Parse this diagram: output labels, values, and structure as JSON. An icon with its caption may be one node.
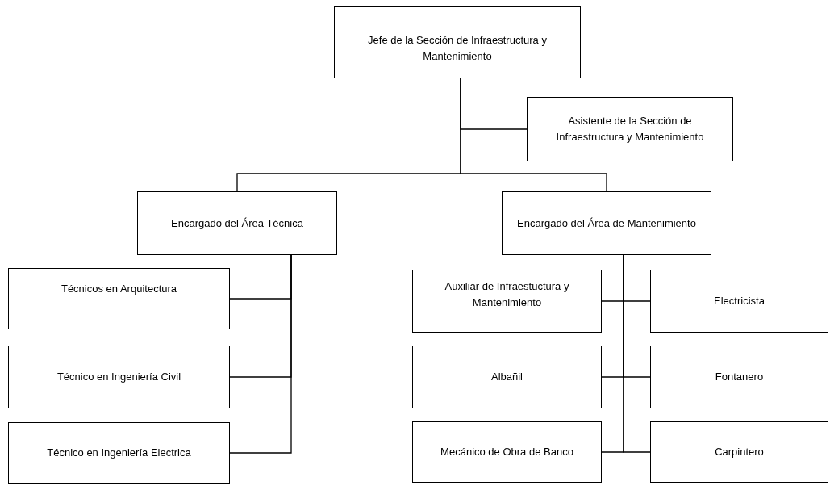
{
  "diagram": {
    "nodes": [
      {
        "text": [
          "Jefe de la Sección de Infraestructura y Mantenimiento"
        ]
      },
      {
        "text": [
          "Asistente de la Sección de Infraestructura y Mantenimiento"
        ]
      },
      {
        "text": [
          "Encargado del Área Técnica"
        ]
      },
      {
        "text": [
          "Encargado del Área de Mantenimiento"
        ]
      },
      {
        "text": [
          "Técnicos en Arquitectura"
        ]
      },
      {
        "text": [
          "Técnico en Ingeniería Civil"
        ]
      },
      {
        "text": [
          "Técnico en Ingeniería Electrica"
        ]
      },
      {
        "text": [
          "Auxiliar de Infraestuctura y Mantenimiento"
        ]
      },
      {
        "text": [
          "Electricista"
        ]
      },
      {
        "text": [
          "Albañil"
        ]
      },
      {
        "text": [
          "Fontanero"
        ]
      },
      {
        "text": [
          "Mecánico de Obra de Banco"
        ]
      },
      {
        "text": [
          "Carpintero"
        ]
      }
    ],
    "edges": [
      {
        "from": 0,
        "to": 1,
        "arrow": "none"
      },
      {
        "from": 0,
        "to": 2,
        "arrow": "none"
      },
      {
        "from": 0,
        "to": 3,
        "arrow": "none"
      },
      {
        "from": 2,
        "to": 4,
        "arrow": "none"
      },
      {
        "from": 2,
        "to": 5,
        "arrow": "none"
      },
      {
        "from": 2,
        "to": 6,
        "arrow": "none"
      },
      {
        "from": 3,
        "to": 7,
        "arrow": "none"
      },
      {
        "from": 3,
        "to": 8,
        "arrow": "none"
      },
      {
        "from": 3,
        "to": 9,
        "arrow": "none"
      },
      {
        "from": 3,
        "to": 10,
        "arrow": "none"
      },
      {
        "from": 3,
        "to": 11,
        "arrow": "none"
      },
      {
        "from": 3,
        "to": 12,
        "arrow": "none"
      }
    ]
  }
}
